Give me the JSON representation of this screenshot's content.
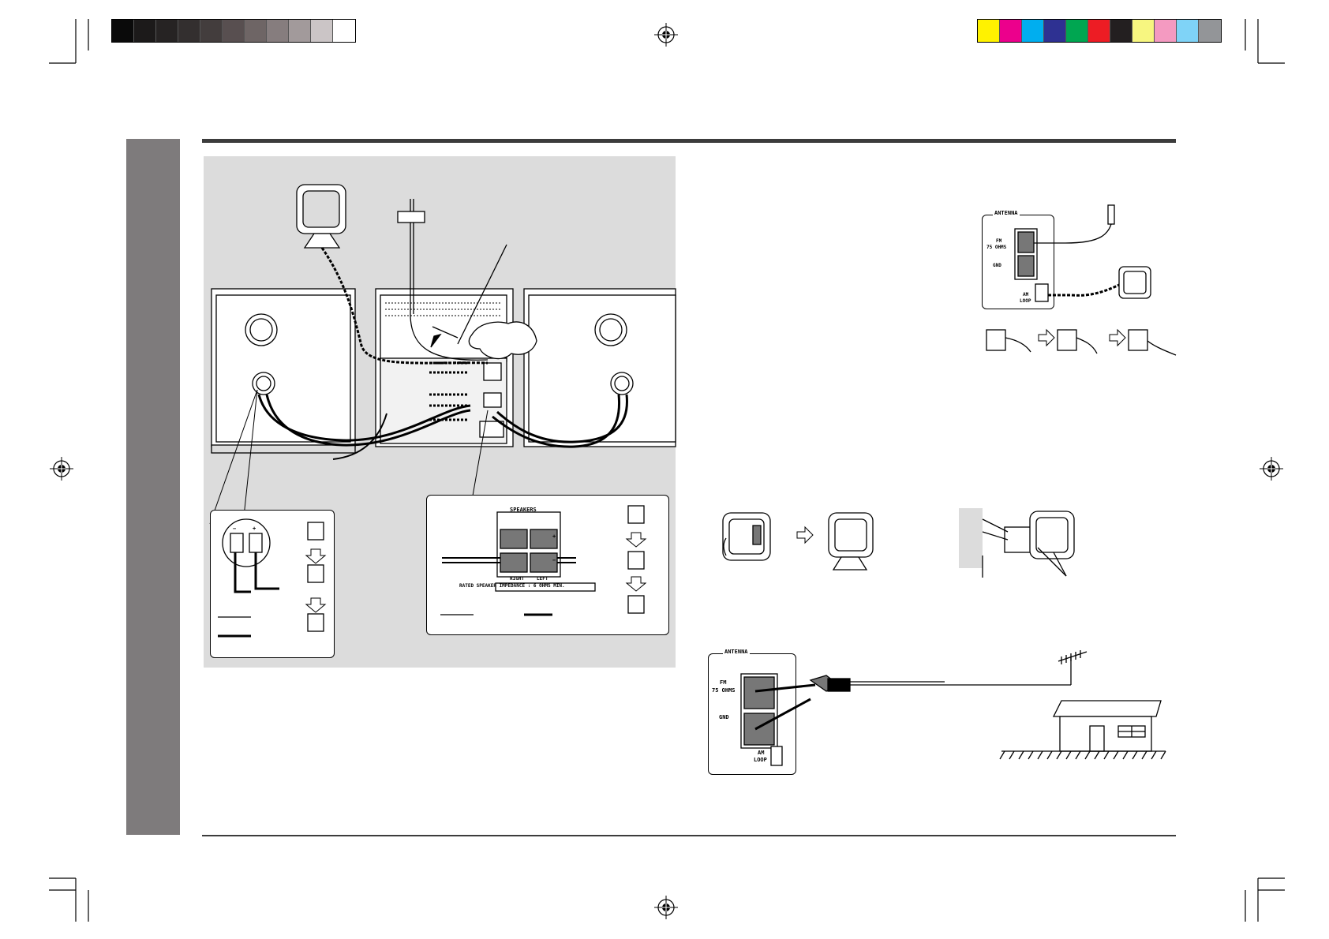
{
  "colors": {
    "grayscale_bar": [
      "#0a0a0a",
      "#1c1a1a",
      "#262323",
      "#332f2f",
      "#433d3d",
      "#584f50",
      "#6e6565",
      "#867d7e",
      "#a29a9b",
      "#cbc5c6",
      "#ffffff"
    ],
    "color_bar": [
      "#fff200",
      "#ec008c",
      "#00aeef",
      "#2e3192",
      "#00a651",
      "#ed1c24",
      "#231f20",
      "#f7f680",
      "#f49ac1",
      "#7fd3f7",
      "#939598"
    ],
    "sidebar": "#7e7b7c",
    "panel": "#dcdcdc",
    "rule": "#3c3c3c"
  },
  "icons": [
    "registration-mark-icon",
    "crop-mark-icon",
    "am-loop-antenna-icon",
    "fm-wire-antenna-icon",
    "outdoor-antenna-icon",
    "house-icon",
    "hand-icon",
    "screwdriver-icon",
    "arrow-right-icon",
    "arrow-down-icon"
  ],
  "speaker_detail": {
    "title": "SPEAKERS",
    "right": "RIGHT",
    "left": "LEFT",
    "impedance": "RATED SPEAKER IMPEDANCE : 6 OHMS MIN.",
    "plus": "+",
    "minus": "−"
  },
  "speaker_terminal": {
    "minus": "−",
    "plus": "+"
  },
  "antenna_terminal_top": {
    "title": "ANTENNA",
    "fm": "FM",
    "ohms": "75 OHMS",
    "gnd": "GND",
    "am": "AM",
    "loop": "LOOP"
  },
  "antenna_terminal_bottom": {
    "title": "ANTENNA",
    "fm": "FM",
    "ohms": "75 OHMS",
    "gnd": "GND",
    "am": "AM",
    "loop": "LOOP"
  }
}
